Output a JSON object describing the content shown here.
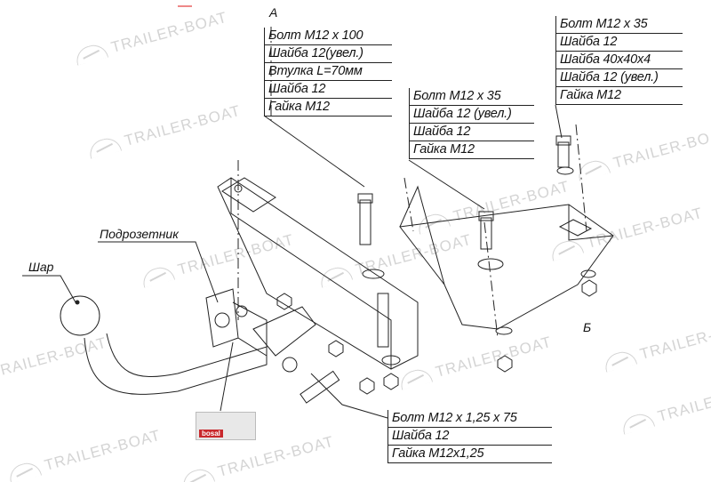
{
  "watermark": "TRAILER-BOAT",
  "labels": {
    "section_a": "А",
    "section_b": "Б",
    "socket_bracket": "Подрозетник",
    "ball": "Шар",
    "plate_brand": "bosal"
  },
  "block_a": [
    "Болт М12 х 100",
    "Шайба 12(увел.)",
    "Втулка L=70мм",
    "Шайба 12",
    "Гайка М12"
  ],
  "block_b": [
    "Болт М12 х 35",
    "Шайба 12 (увел.)",
    "Шайба 12",
    "Гайка М12"
  ],
  "block_c": [
    "Болт М12 х 35",
    "Шайба 12",
    "Шайба 40х40х4",
    "Шайба 12 (увел.)",
    "Гайка М12"
  ],
  "block_d": [
    "Болт М12 х 1,25 х 75",
    "Шайба 12",
    "Гайка М12х1,25"
  ],
  "colors": {
    "line": "#222222",
    "watermark": "#d4d4d4",
    "brand": "#c8282c"
  }
}
